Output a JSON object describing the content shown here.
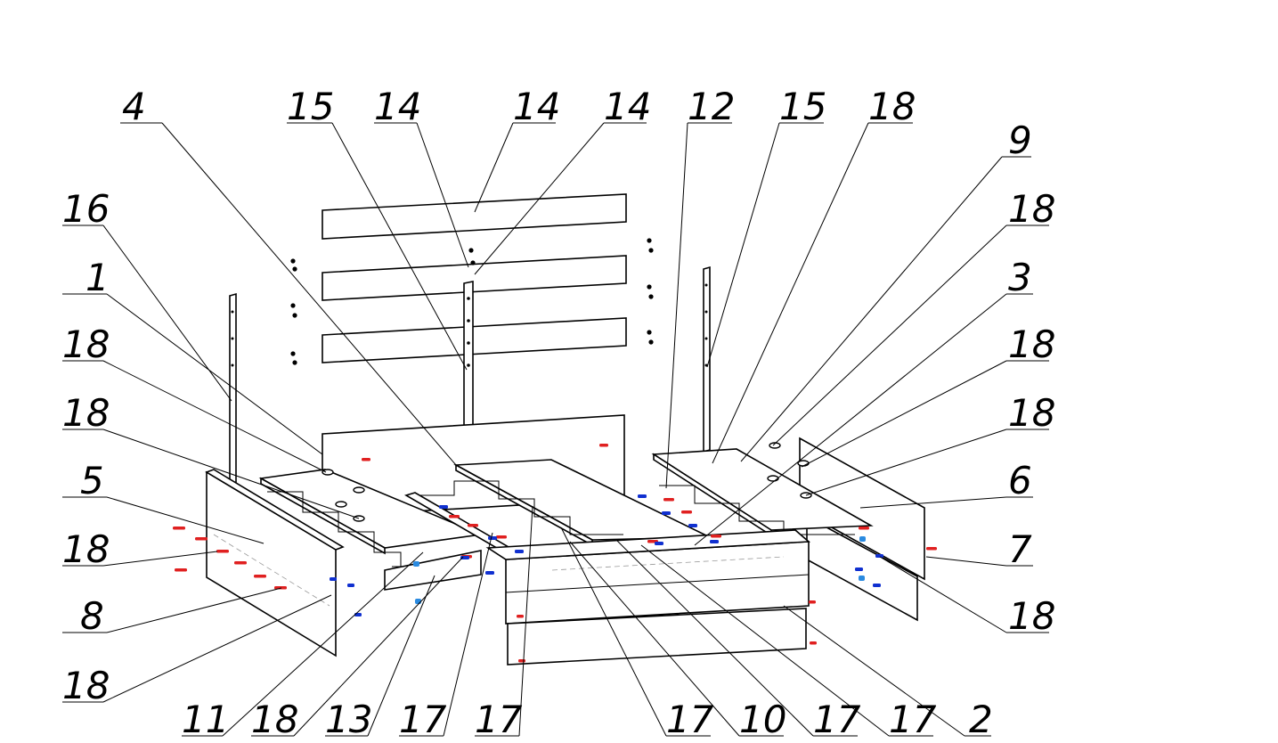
{
  "colors": {
    "line": "#000000",
    "hidden": "#999999",
    "fastener_red": "#e02020",
    "fastener_blue": "#1030d0",
    "fastener_light_blue": "#2a8ae0",
    "background": "#ffffff"
  },
  "callouts": [
    {
      "id": "c-4-top",
      "label": "4"
    },
    {
      "id": "c-15-top-left",
      "label": "15"
    },
    {
      "id": "c-14-a",
      "label": "14"
    },
    {
      "id": "c-14-b",
      "label": "14"
    },
    {
      "id": "c-14-c",
      "label": "14"
    },
    {
      "id": "c-12",
      "label": "12"
    },
    {
      "id": "c-15-top-right",
      "label": "15"
    },
    {
      "id": "c-18-top",
      "label": "18"
    },
    {
      "id": "c-9",
      "label": "9"
    },
    {
      "id": "c-18-r1",
      "label": "18"
    },
    {
      "id": "c-3",
      "label": "3"
    },
    {
      "id": "c-18-r2",
      "label": "18"
    },
    {
      "id": "c-18-r3",
      "label": "18"
    },
    {
      "id": "c-6",
      "label": "6"
    },
    {
      "id": "c-7",
      "label": "7"
    },
    {
      "id": "c-18-r4",
      "label": "18"
    },
    {
      "id": "c-16",
      "label": "16"
    },
    {
      "id": "c-1",
      "label": "1"
    },
    {
      "id": "c-18-l1",
      "label": "18"
    },
    {
      "id": "c-18-l2",
      "label": "18"
    },
    {
      "id": "c-5",
      "label": "5"
    },
    {
      "id": "c-18-l3",
      "label": "18"
    },
    {
      "id": "c-8",
      "label": "8"
    },
    {
      "id": "c-18-l4",
      "label": "18"
    },
    {
      "id": "c-11",
      "label": "11"
    },
    {
      "id": "c-18-b",
      "label": "18"
    },
    {
      "id": "c-13",
      "label": "13"
    },
    {
      "id": "c-17-a",
      "label": "17"
    },
    {
      "id": "c-17-b",
      "label": "17"
    },
    {
      "id": "c-17-c",
      "label": "17"
    },
    {
      "id": "c-10",
      "label": "10"
    },
    {
      "id": "c-17-d",
      "label": "17"
    },
    {
      "id": "c-17-e",
      "label": "17"
    },
    {
      "id": "c-2",
      "label": "2"
    }
  ]
}
